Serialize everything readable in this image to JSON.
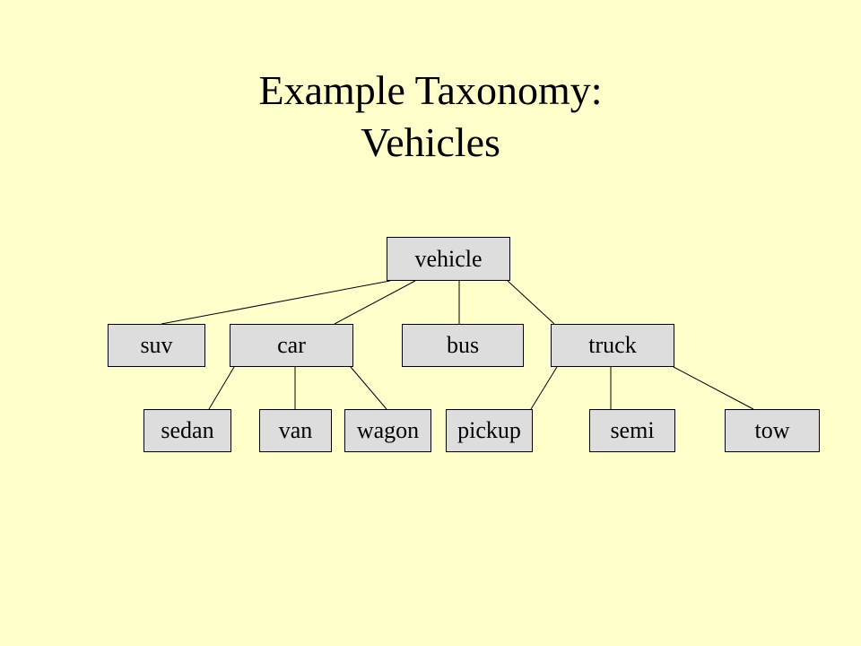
{
  "title": {
    "line1": "Example Taxonomy:",
    "line2": "Vehicles"
  },
  "taxonomy": {
    "root": "vehicle",
    "level1": [
      "suv",
      "car",
      "bus",
      "truck"
    ],
    "level2": [
      "sedan",
      "van",
      "wagon",
      "pickup",
      "semi",
      "tow"
    ],
    "edges": [
      [
        "vehicle",
        "suv"
      ],
      [
        "vehicle",
        "car"
      ],
      [
        "vehicle",
        "bus"
      ],
      [
        "vehicle",
        "truck"
      ],
      [
        "car",
        "sedan"
      ],
      [
        "car",
        "van"
      ],
      [
        "car",
        "wagon"
      ],
      [
        "truck",
        "pickup"
      ],
      [
        "truck",
        "semi"
      ],
      [
        "truck",
        "tow"
      ]
    ]
  },
  "colors": {
    "background": "#FFFFCC",
    "node_fill": "#DDDDDD",
    "line": "#000000"
  }
}
